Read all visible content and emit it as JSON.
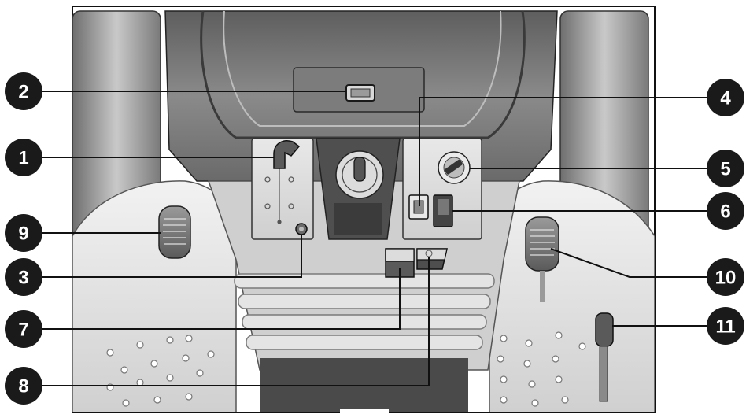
{
  "callouts": [
    {
      "id": "1",
      "label": "1"
    },
    {
      "id": "2",
      "label": "2"
    },
    {
      "id": "3",
      "label": "3"
    },
    {
      "id": "4",
      "label": "4"
    },
    {
      "id": "5",
      "label": "5"
    },
    {
      "id": "6",
      "label": "6"
    },
    {
      "id": "7",
      "label": "7"
    },
    {
      "id": "8",
      "label": "8"
    },
    {
      "id": "9",
      "label": "9"
    },
    {
      "id": "10",
      "label": "10"
    },
    {
      "id": "11",
      "label": "11"
    }
  ],
  "colors": {
    "callout_fill": "#1a1a1a",
    "callout_text": "#ffffff",
    "frame": "#111111"
  }
}
